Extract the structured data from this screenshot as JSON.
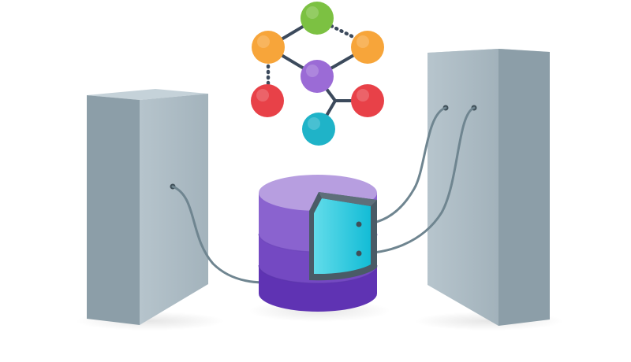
{
  "colors": {
    "server_front": "#aebdc6",
    "server_side": "#8c9ea8",
    "server_top": "#c5d2d9",
    "cable": "#6f8590",
    "port": "#3f4f58",
    "db_top": "#b79ee0",
    "db_band_1": "#8a63cf",
    "db_band_2": "#7449c2",
    "db_band_3": "#5f33b3",
    "db_slice_face": "#1ec3dc",
    "db_slice_edge": "#4a5b66",
    "node_green": "#7cc142",
    "node_orange": "#f7a53a",
    "node_purple": "#9b6bd6",
    "node_red": "#e84148",
    "node_teal": "#1fb3c8",
    "link": "#3c4a5c"
  },
  "graph": {
    "nodes": [
      {
        "id": "top",
        "color": "node_green",
        "icon": "graph-node-icon"
      },
      {
        "id": "left",
        "color": "node_orange",
        "icon": "graph-node-icon"
      },
      {
        "id": "right",
        "color": "node_orange",
        "icon": "graph-node-icon"
      },
      {
        "id": "center",
        "color": "node_purple",
        "icon": "graph-node-icon"
      },
      {
        "id": "bottom-left",
        "color": "node_red",
        "icon": "graph-node-icon"
      },
      {
        "id": "bottom-right",
        "color": "node_red",
        "icon": "graph-node-icon"
      },
      {
        "id": "bottom",
        "color": "node_teal",
        "icon": "graph-node-icon"
      }
    ],
    "edges": [
      {
        "from": "left",
        "to": "top",
        "style": "solid"
      },
      {
        "from": "top",
        "to": "right",
        "style": "dotted"
      },
      {
        "from": "left",
        "to": "center",
        "style": "solid"
      },
      {
        "from": "right",
        "to": "center",
        "style": "solid"
      },
      {
        "from": "left",
        "to": "bottom-left",
        "style": "dotted"
      },
      {
        "from": "center",
        "to": "bottom-right",
        "style": "solid"
      },
      {
        "from": "center",
        "to": "bottom",
        "style": "solid"
      }
    ]
  },
  "icons": {
    "left_server": "server-rack-icon",
    "right_server": "server-rack-icon",
    "database": "database-cylinder-icon"
  }
}
